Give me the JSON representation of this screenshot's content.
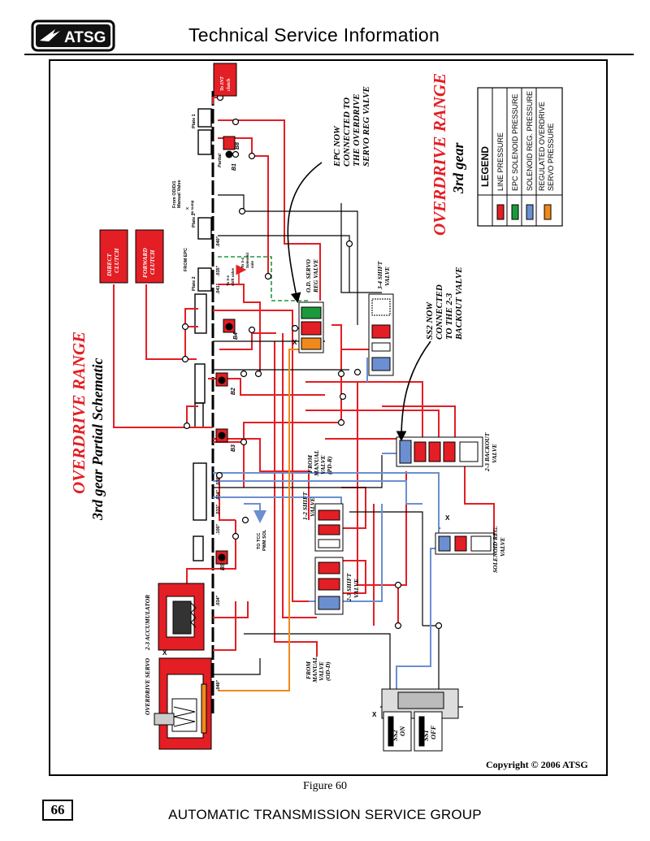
{
  "header": {
    "logo_text": "ATSG",
    "title": "Technical Service Information"
  },
  "diagram": {
    "title_main": "OVERDRIVE RANGE",
    "title_sub": "3rd gear Partial Schematic",
    "title_right_main": "OVERDRIVE RANGE",
    "title_right_sub": "3rd gear",
    "legend": {
      "title": "LEGEND",
      "items": [
        {
          "label": "LINE PRESSURE",
          "color": "#e31e24"
        },
        {
          "label": "EPC SOLENOID  PRESSURE",
          "color": "#1a9a3c"
        },
        {
          "label": "SOLENOID REG. PRESSURE",
          "color": "#6b8fd0"
        },
        {
          "label": "REGULATED OVERDRIVE",
          "label2": "SERVO PRESSURE",
          "color": "#f0891c"
        }
      ]
    },
    "callouts": {
      "epc": [
        "EPC NOW",
        "CONNECTED TO",
        "THE OVERDRIVE",
        "SERVO REG VALVE"
      ],
      "ss2": [
        "SS2 NOW",
        "CONNECTED",
        "TO THE 2-3",
        "BACKOUT VALVE"
      ]
    },
    "labels": {
      "direct_clutch": [
        "DIRECT",
        "CLUTCH"
      ],
      "forward_clutch": [
        "FORWARD",
        "CLUTCH"
      ],
      "to_int_clutch": [
        "To INT",
        "clutch"
      ],
      "od_servo_reg": [
        "O.D. SERVO",
        "REG VALVE"
      ],
      "shift_34": [
        "3-4 SHIFT",
        "VALVE"
      ],
      "shift_12": [
        "1-2 SHIFT",
        "VALVE"
      ],
      "shift_23": [
        "2-3 SHIFT",
        "VALVE"
      ],
      "backout_23": [
        "2-3 BACKOUT",
        "VALVE"
      ],
      "solenoid_reg": "SOLENOID REG.",
      "solenoid_reg2": "VALVE",
      "from_manual_pd": [
        "FROM",
        "MANUAL",
        "VALVE",
        "(PD-R)"
      ],
      "from_manual_od": [
        "FROM",
        "MANUAL",
        "VALVE",
        "(OD-D)"
      ],
      "accumulator": "2-3 ACCUMULATOR",
      "od_servo": "OVERDRIVE SERVO",
      "ss2": [
        "SS2",
        "ON"
      ],
      "ss1": [
        "SS1",
        "OFF"
      ],
      "plate1": "Plate 1",
      "plate2a": "Plate 2",
      "plate2b": "Plate 2",
      "partial": "Partial",
      "from_od": [
        "From OD/D/1",
        "Manual Valve"
      ],
      "from_epc": "FROM EPC",
      "to_tcc": [
        "TO TCC",
        "PWM SOL"
      ],
      "to_34_acc": [
        "To 3-4",
        "shift valve"
      ],
      "to_34_sol": [
        "To 3-4",
        "Solenoid",
        "side"
      ],
      "to_sump": [
        "X",
        "to sump"
      ],
      "orifices": [
        ".040\"",
        ".035\"",
        ".041\"",
        ".100\"",
        ".033\"",
        ".034\"",
        ".036\"",
        ".034\"",
        ".040\""
      ],
      "balls": [
        "B1",
        "B8",
        "B4",
        "B2",
        "B3",
        "B9"
      ],
      "x_marks": [
        "X",
        "X",
        "X",
        "X"
      ]
    }
  },
  "copyright": "Copyright © 2006 ATSG",
  "figure": "Figure 60",
  "page_number": "66",
  "footer": "AUTOMATIC TRANSMISSION SERVICE GROUP"
}
